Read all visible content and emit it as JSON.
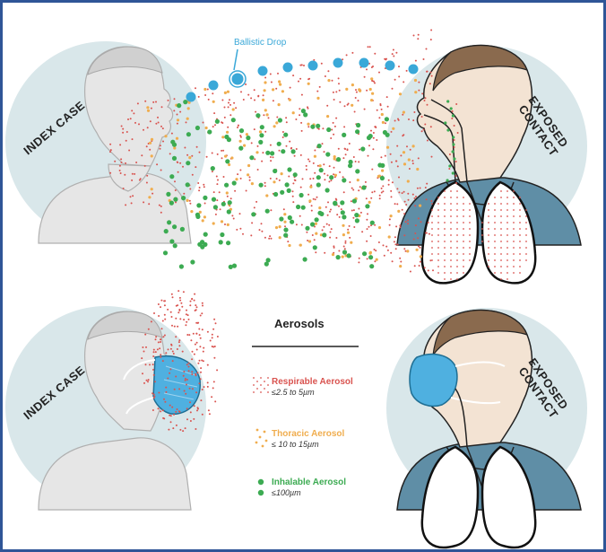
{
  "colors": {
    "frame": "#2f5597",
    "circle_bg": "#d9e7ea",
    "skin": "#f3e3d3",
    "hair": "#8a6a4e",
    "shirt": "#5f8ea6",
    "mask": "#4fb0e0",
    "respirable": "#d9534f",
    "thoracic": "#f0ad4e",
    "inhalable": "#3cab52",
    "ballistic": "#3aa8d8",
    "ghost": "#bfbfbf"
  },
  "top_scene": {
    "index_label": "INDEX CASE",
    "contact_label": "EXPOSED CONTACT",
    "contact_label_line1": "EXPOSED",
    "contact_label_line2": "CONTACT",
    "ballistic_label": "Ballistic Drop"
  },
  "bottom_scene": {
    "index_label": "INDEX CASE",
    "contact_label_line1": "EXPOSED",
    "contact_label_line2": "CONTACT"
  },
  "legend": {
    "title": "Aerosols",
    "items": [
      {
        "name": "Respirable Aerosol",
        "size": "≤2.5 to 5µm",
        "icon": "small-dots-icon"
      },
      {
        "name": "Thoracic Aerosol",
        "size": "≤ 10 to 15µm",
        "icon": "medium-dots-icon"
      },
      {
        "name": "Inhalable Aerosol",
        "size": "≤100µm",
        "icon": "large-dots-icon"
      }
    ]
  }
}
